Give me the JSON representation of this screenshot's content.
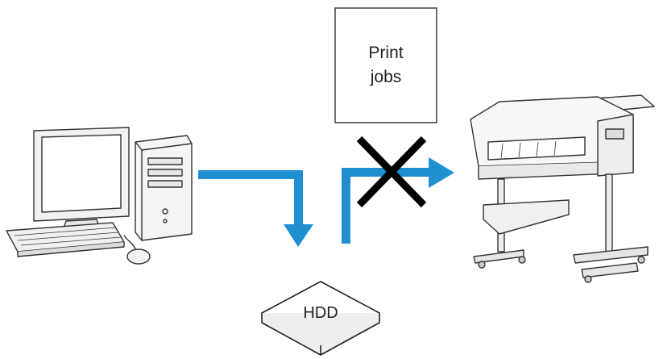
{
  "diagram": {
    "print_jobs_label_line1": "Print",
    "print_jobs_label_line2": "jobs",
    "hdd_label": "HDD",
    "arrow_color": "#1f8fd0",
    "blocked_mark_color": "#000000",
    "icons": {
      "computer": "desktop-computer-icon",
      "printer": "large-format-printer-icon",
      "hdd": "hard-disk-drive-icon",
      "blocked": "x-mark-icon"
    }
  }
}
